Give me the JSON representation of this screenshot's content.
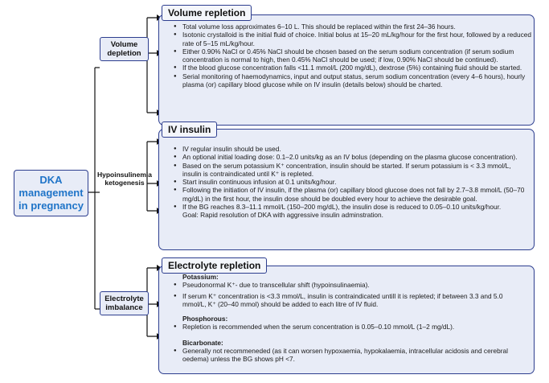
{
  "center": {
    "label": "DKA\nmanagement\nin pregnancy"
  },
  "branches": {
    "volume_depletion": "Volume\ndepletion",
    "hypoinsulinemia": "Hypoinsulinemia\nketogenesis",
    "electrolyte_imbalance": "Electrolyte\nimbalance"
  },
  "volume_repletion": {
    "title": "Volume repletion",
    "items": [
      "Total volume loss approximates 6–10 L. This should be replaced within the first 24–36 hours.",
      "Isotonic crystalloid is the initial fluid of choice. Initial bolus at 15–20 mL/kg/hour for the first hour, followed by a reduced rate of 5–15 mL/kg/hour.",
      "Either 0.90% NaCl or 0.45% NaCl should be chosen based on the serum sodium concentration (if serum sodium concentration is normal to high, then 0.45% NaCl should be used; if low, 0.90% NaCl should be continued).",
      "If the blood glucose concentration falls <11.1 mmol/L (200 mg/dL), dextrose (5%) containing fluid should be started.",
      "Serial monitoring of haemodynamics, input and output status, serum sodium concentration (every 4–6 hours),  hourly plasma (or) capillary blood glucose while on IV insulin (details below) should be charted."
    ]
  },
  "iv_insulin": {
    "title": "IV insulin",
    "items": [
      "IV regular insulin should be used.",
      "An optional initial loading dose: 0.1–2.0 units/kg as an IV bolus (depending on the plasma glucose concentration).",
      "Based on the serum potassium K⁺ concentration, insulin should be started. If serum potassium is < 3.3 mmol/L, insulin is contraindicated until K⁺ is repleted.",
      "Start insulin continuous infusion at 0.1 units/kg/hour.",
      "Following the initiation of IV insulin, if the plasma (or) capillary blood glucose does not fall by 2.7–3.8 mmol/L (50–70 mg/dL) in the first hour, the insulin dose should be doubled every hour to achieve the desirable goal.",
      "If the BG reaches 8.3–11.1 mmol/L (150–200 mg/dL), the insulin dose is reduced to 0.05–0.10 units/kg/hour."
    ],
    "goal": "Goal: Rapid resolution of DKA with aggressive  insulin adminstration."
  },
  "electrolyte_repletion": {
    "title": "Electrolyte repletion",
    "potassium_heading": "Potassium:",
    "potassium_items": [
      "Pseudonormal K⁺- due to transcellular shift (hypoinsulinaemia).",
      "If serum K⁺ concentration is <3.3 mmol/L, insulin is contraindicated untill it is repleted; if between 3.3 and 5.0 mmol/L, K⁺ (20–40 mmol) should be added to each litre of IV fluid."
    ],
    "phosphorus_heading": "Phosphorous:",
    "phosphorus_items": [
      "Repletion is recommended when the serum concentration is 0.05–0.10 mmol/L (1–2 mg/dL)."
    ],
    "bicarbonate_heading": "Bicarbonate:",
    "bicarbonate_items": [
      "Generally not recommeneded (as it can worsen hypoxaemia, hypokalaemia, intracellular acidosis and cerebral oedema) unless the BG shows pH <7."
    ]
  }
}
